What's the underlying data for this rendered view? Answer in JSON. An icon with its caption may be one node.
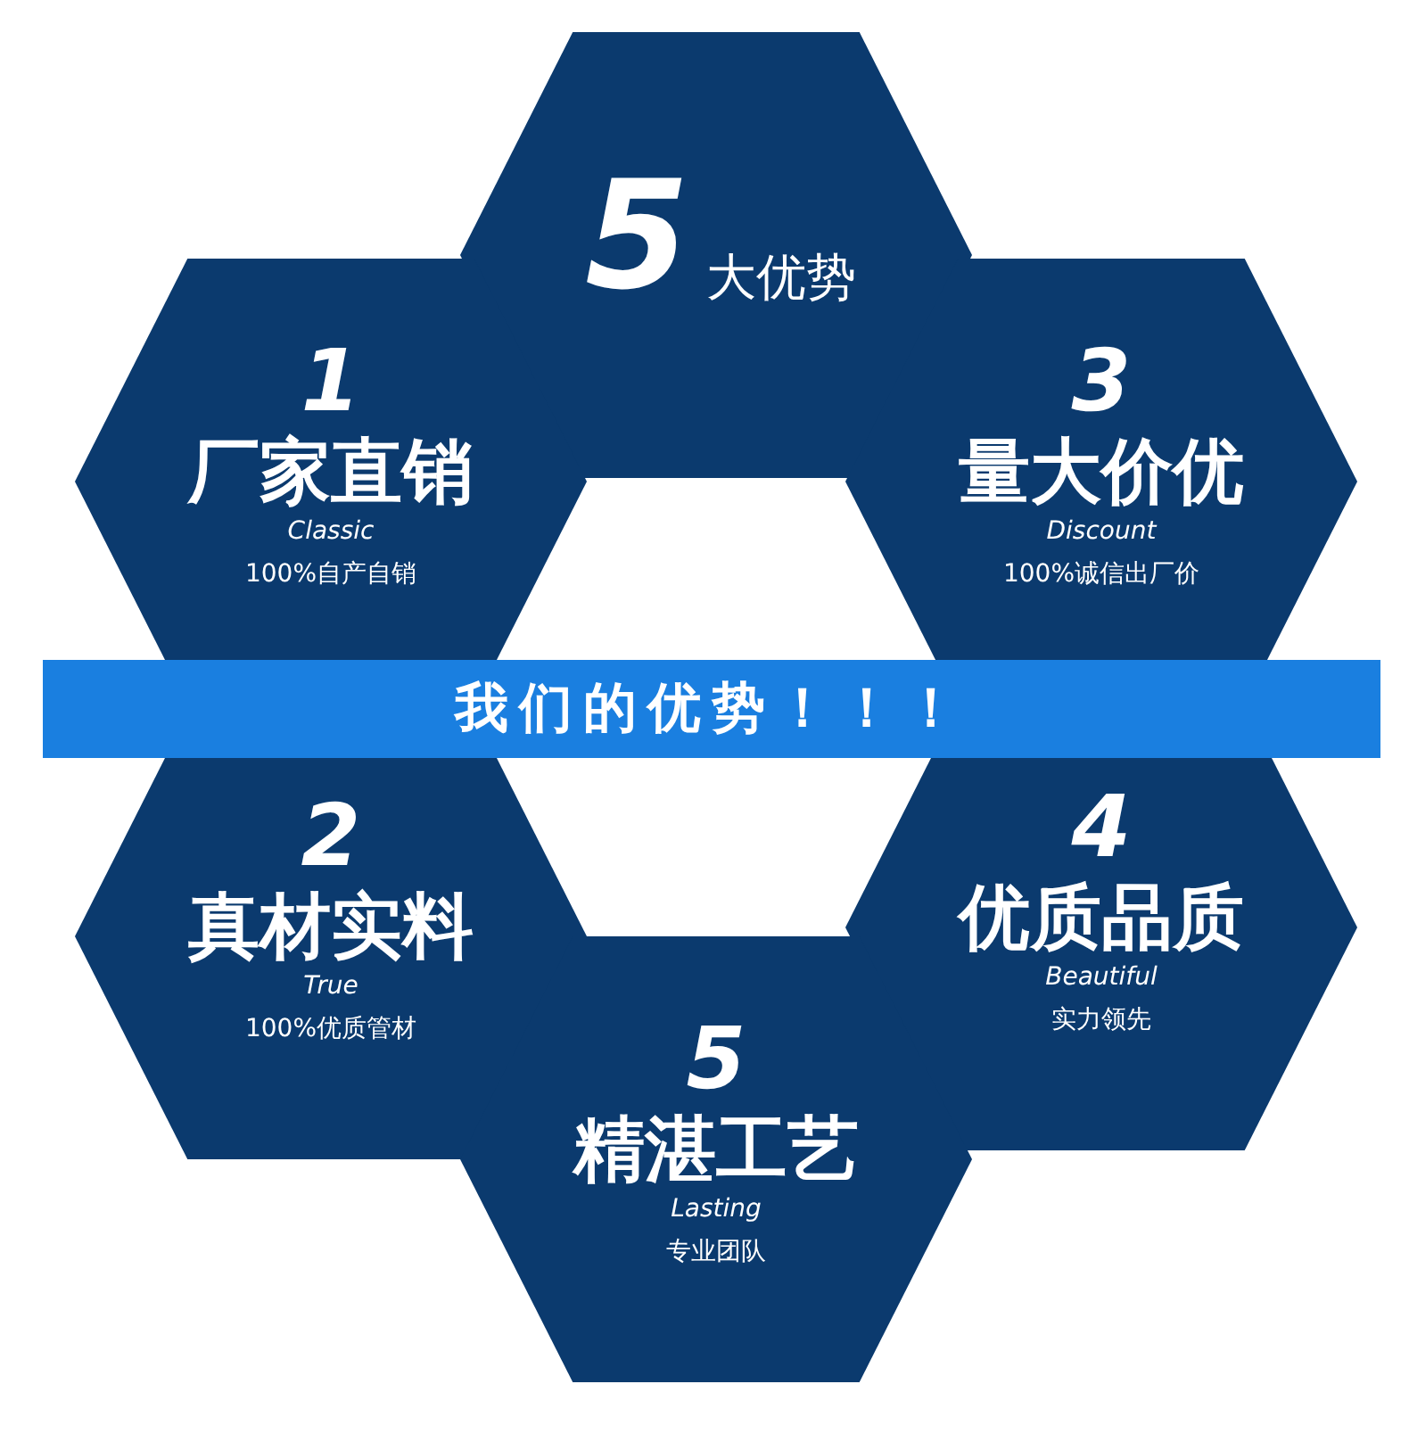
{
  "diagram": {
    "nodes": [
      {
        "text": [
          "5",
          "大优势"
        ]
      },
      {
        "text": [
          "1",
          "厂家直销",
          "Classic",
          "100%自产自销"
        ]
      },
      {
        "text": [
          "3",
          "量大价优",
          "Discount",
          "100%诚信出厂价"
        ]
      },
      {
        "text": [
          "我们的优势！！！"
        ]
      },
      {
        "text": [
          "2",
          "真材实料",
          "True",
          "100%优质管材"
        ]
      },
      {
        "text": [
          "4",
          "优质品质",
          "Beautiful",
          "实力领先"
        ]
      },
      {
        "text": [
          "5",
          "精湛工艺",
          "Lasting",
          "专业团队"
        ]
      }
    ]
  }
}
